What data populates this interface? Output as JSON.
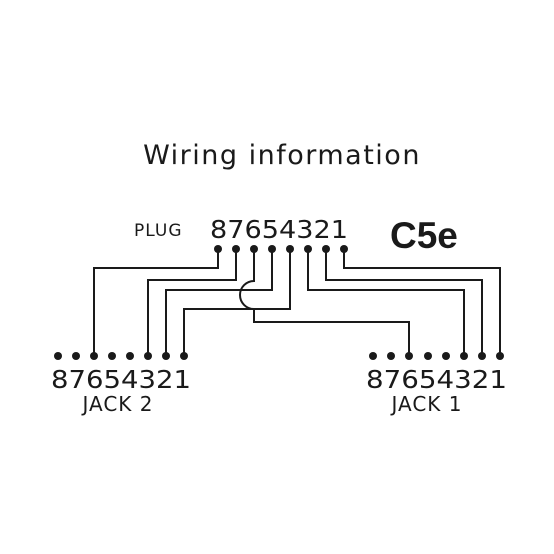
{
  "title": "Wiring information",
  "plug": {
    "label": "PLUG",
    "pins_text": "87654321"
  },
  "category": "C5e",
  "jack2": {
    "pins_text": "87654321",
    "label": "JACK 2"
  },
  "jack1": {
    "pins_text": "87654321",
    "label": "JACK 1"
  }
}
